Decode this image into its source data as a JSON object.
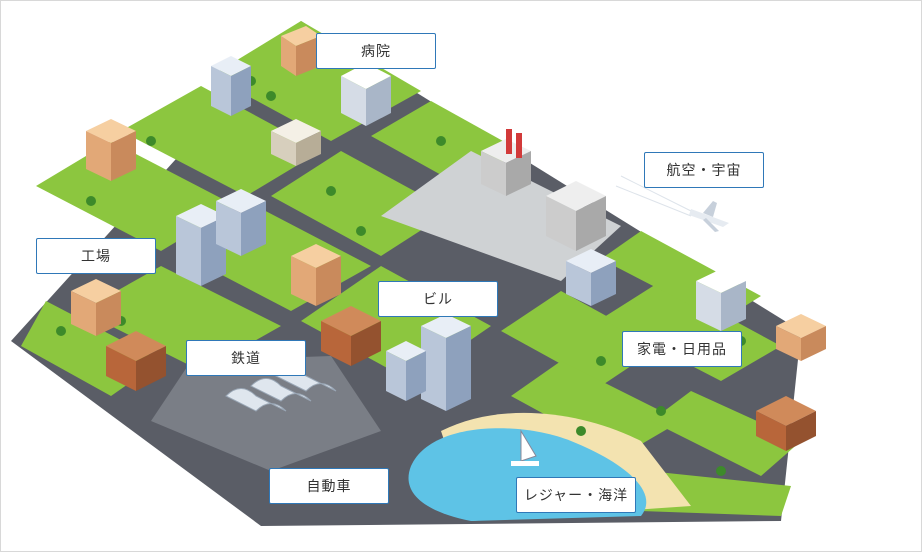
{
  "labels": {
    "hospital": "病院",
    "aerospace": "航空・宇宙",
    "factory": "工場",
    "building": "ビル",
    "appliances": "家電・日用品",
    "railway": "鉄道",
    "automotive": "自動車",
    "leisure_marine": "レジャー・海洋"
  },
  "colors": {
    "grass": "#8cc63f",
    "grass_dark": "#5f9a2a",
    "road": "#5a5d66",
    "plaza": "#c9c9c9",
    "water": "#5ec3e6",
    "sand": "#f3e3b0",
    "label_border": "#2f78b8"
  }
}
